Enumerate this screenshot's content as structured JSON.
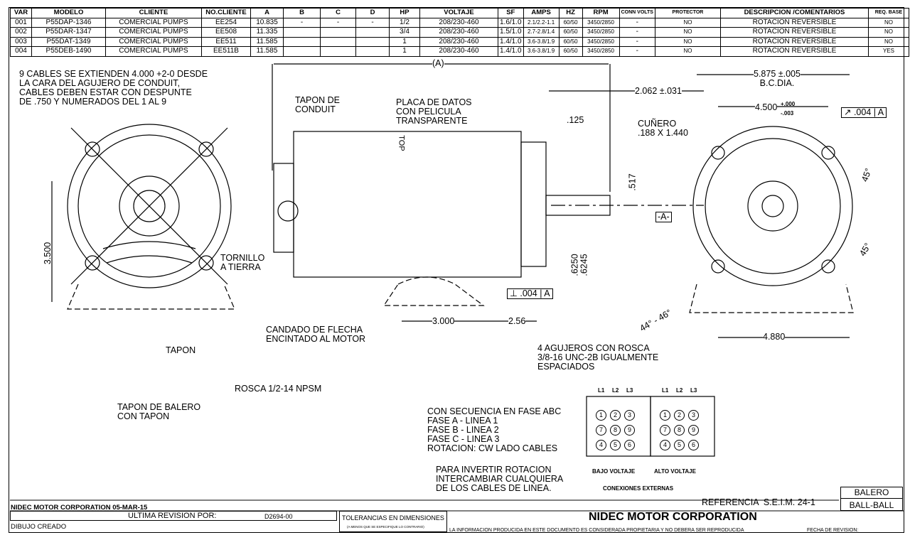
{
  "table": {
    "headers": [
      "VAR",
      "MODELO",
      "CLIENTE",
      "NO.CLIENTE",
      "A",
      "B",
      "C",
      "D",
      "HP",
      "VOLTAJE",
      "SF",
      "AMPS",
      "HZ",
      "RPM",
      "CONN VOLTS",
      "PROTECTOR",
      "DESCRIPCION /COMENTARIOS",
      "REQ. BASE"
    ],
    "rows": [
      [
        "001",
        "P55DAP-1346",
        "COMERCIAL PUMPS",
        "EE254",
        "10.835",
        "-",
        "-",
        "-",
        "1/2",
        "208/230-460",
        "1.6/1.0",
        "2.1/2.2-1.1",
        "60/50",
        "3450/2850",
        "-",
        "NO",
        "ROTACION REVERSIBLE",
        "NO"
      ],
      [
        "002",
        "P55DAR-1347",
        "COMERCIAL PUMPS",
        "EE508",
        "11.335",
        "",
        "",
        "",
        "3/4",
        "208/230-460",
        "1.5/1.0",
        "2.7-2.8/1.4",
        "60/50",
        "3450/2850",
        "-",
        "NO",
        "ROTACION REVERSIBLE",
        "NO"
      ],
      [
        "003",
        "P55DAT-1349",
        "COMERCIAL PUMPS",
        "EE511",
        "11.585",
        "",
        "",
        "",
        "1",
        "208/230-460",
        "1.4/1.0",
        "3.6-3.8/1.9",
        "60/50",
        "3450/2850",
        "-",
        "NO",
        "ROTACION REVERSIBLE",
        "NO"
      ],
      [
        "004",
        "P55DEB-1490",
        "COMERCIAL PUMPS",
        "EE511B",
        "11.585",
        "",
        "",
        "",
        "1",
        "208/230-460",
        "1.4/1.0",
        "3.6-3.8/1.9",
        "60/50",
        "3450/2850",
        "-",
        "NO",
        "ROTACION REVERSIBLE",
        "YES"
      ]
    ]
  },
  "notes": {
    "cables": "9 CABLES SE EXTIENDEN 4.000 +2-0 DESDE\nLA CARA DEL AGUJERO DE CONDUIT,\nCABLES DEBEN ESTAR CON DESPUNTE\nDE .750 Y NUMERADOS DEL 1 AL 9",
    "tapon_conduit": "TAPON DE\nCONDUIT",
    "placa": "PLACA DE DATOS\nCON PELICULA\nTRANSPARENTE",
    "cunero": "CUÑERO\n.188 X 1.440",
    "tornillo": "TORNILLO\nA TIERRA",
    "candado": "CANDADO DE FLECHA\nENCINTADO AL MOTOR",
    "tapon": "TAPON",
    "rosca": "ROSCA 1/2-14 NPSM",
    "tapon_balero": "TAPON DE BALERO\nCON TAPON",
    "agujeros": "4 AGUJEROS CON ROSCA\n3/8-16 UNC-2B IGUALMENTE\nESPACIADOS",
    "secuencia": "CON SECUENCIA EN FASE ABC\nFASE A - LINEA 1\nFASE B - LINEA 2\nFASE C - LINEA 3\nROTACION: CW LADO CABLES",
    "invertir": "PARA INVERTIR ROTACION\nINTERCAMBIAR CUALQUIERA\nDE LOS CABLES DE LINEA.",
    "top": "TOP"
  },
  "dims": {
    "a": "(A)",
    "d2062": "2.062 ±.031",
    "d125": ".125",
    "d517": ".517",
    "datum_a": "-A-",
    "d6250": ".6250\n.6245",
    "tol004": ".004",
    "tol_a": "A",
    "d3000": "3.000",
    "d256": "2.56",
    "d3500": "3.500",
    "bc": "5.875 ±.005\nB.C.DIA.",
    "d4500": "4.500",
    "d4500_tol": "+.000\n-.003",
    "d4880": "4.880",
    "ang45a": "45°",
    "ang45b": "45°",
    "ang4446": "44° - 46°"
  },
  "wiring": {
    "lines": [
      "L1",
      "L2",
      "L3"
    ],
    "rows": [
      [
        "1",
        "2",
        "3"
      ],
      [
        "7",
        "8",
        "9"
      ],
      [
        "4",
        "5",
        "6"
      ]
    ],
    "bajo": "BAJO VOLTAJE",
    "alto": "ALTO VOLTAJE",
    "externas": "CONEXIONES EXTERNAS"
  },
  "title_block": {
    "referencia": "REFERENCIA  S.E.I.M. 24-1",
    "balero_label": "BALERO",
    "balero_value": "BALL-BALL",
    "company_date": "NIDEC MOTOR CORPORATION 05-Mar-15",
    "ultima": "ULTIMA REVISION POR:",
    "doc": "D2694-00",
    "dibujo": "DIBUJO CREADO",
    "tolerancias": "TOLERANCIAS EN DIMENSIONES",
    "tol_sub": "(A MENOS QUE SE ESPECIFIQUE LO CONTRARIO)",
    "company": "NIDEC MOTOR CORPORATION",
    "info": "LA INFORMACION PRODUCIDA EN ESTE DOCUMENTO ES CONSIDERADA PROPIETARIA Y NO DEBERA SER REPRODUCIDA",
    "fecha": "FECHA DE REVISION:"
  }
}
